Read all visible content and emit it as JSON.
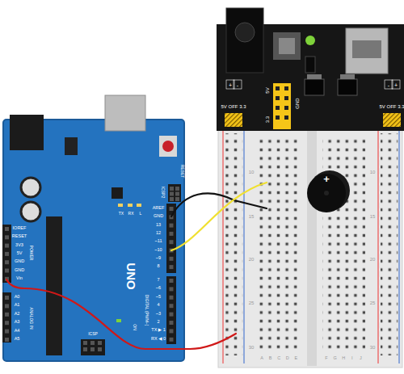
{
  "diagram": {
    "labels": [
      "+",
      "-",
      "-",
      "+",
      "5V OFF 3.3",
      "5V OFF 3.3",
      "5V",
      "3.3",
      "GND",
      "10",
      "15",
      "20",
      "25",
      "30",
      "10",
      "15",
      "20",
      "25",
      "30",
      "A",
      "B",
      "C",
      "D",
      "E",
      "F",
      "G",
      "H",
      "I",
      "J",
      "+",
      "RESET",
      "ICSP2",
      "TX",
      "RX",
      "L",
      "AREF",
      "GND",
      "13",
      "12",
      "~11",
      "~10",
      "~9",
      "8",
      "7",
      "~6",
      "~5",
      "4",
      "~3",
      "2",
      "TX ▶ 1",
      "RX ◀ 0",
      "DIGITAL (PWM~)",
      "IOREF",
      "RESET",
      "3V3",
      "5V",
      "GND",
      "GND",
      "Vin",
      "A0",
      "A1",
      "A2",
      "A3",
      "A4",
      "A5",
      "POWER",
      "ANALOG IN",
      "UNO",
      "ON",
      "ICSP"
    ]
  }
}
